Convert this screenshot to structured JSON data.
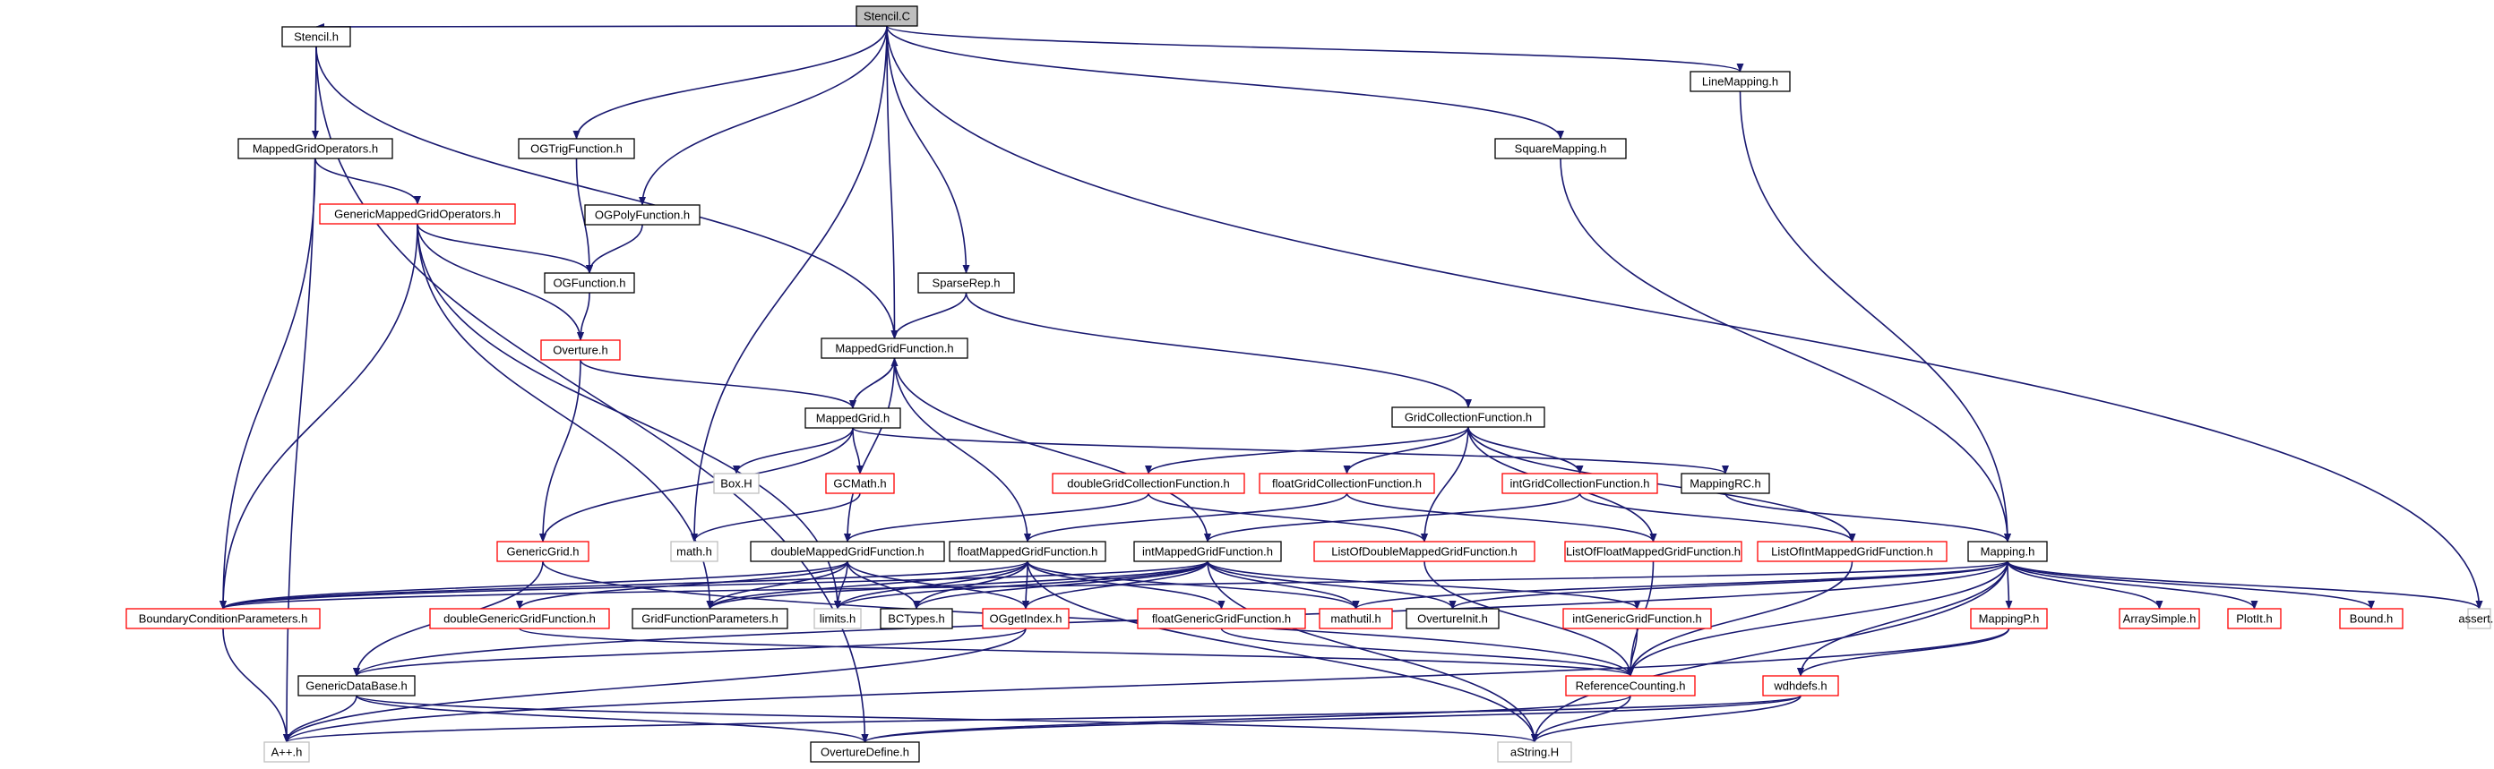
{
  "colors": {
    "edge": "#191970",
    "root_fill": "#bfbfbf",
    "normal_border": "#000000",
    "red_border": "#ff0000",
    "gray_border": "#bfbfbf"
  },
  "nodes": [
    {
      "id": "stencilC",
      "label": "Stencil.C",
      "style": "root"
    },
    {
      "id": "stencilH",
      "label": "Stencil.h",
      "style": "normal"
    },
    {
      "id": "ogtrig",
      "label": "OGTrigFunction.h",
      "style": "normal"
    },
    {
      "id": "linemap",
      "label": "LineMapping.h",
      "style": "normal"
    },
    {
      "id": "mgops",
      "label": "MappedGridOperators.h",
      "style": "normal"
    },
    {
      "id": "squaremap",
      "label": "SquareMapping.h",
      "style": "normal"
    },
    {
      "id": "genmgops",
      "label": "GenericMappedGridOperators.h",
      "style": "red"
    },
    {
      "id": "ogpoly",
      "label": "OGPolyFunction.h",
      "style": "normal"
    },
    {
      "id": "ogfunc",
      "label": "OGFunction.h",
      "style": "normal"
    },
    {
      "id": "sparserep",
      "label": "SparseRep.h",
      "style": "normal"
    },
    {
      "id": "overture",
      "label": "Overture.h",
      "style": "red"
    },
    {
      "id": "mgf",
      "label": "MappedGridFunction.h",
      "style": "normal"
    },
    {
      "id": "mg",
      "label": "MappedGrid.h",
      "style": "normal"
    },
    {
      "id": "gcf",
      "label": "GridCollectionFunction.h",
      "style": "normal"
    },
    {
      "id": "boxH",
      "label": "Box.H",
      "style": "gray"
    },
    {
      "id": "gcmath",
      "label": "GCMath.h",
      "style": "red"
    },
    {
      "id": "dgcf",
      "label": "doubleGridCollectionFunction.h",
      "style": "red"
    },
    {
      "id": "fgcf",
      "label": "floatGridCollectionFunction.h",
      "style": "red"
    },
    {
      "id": "igcf",
      "label": "intGridCollectionFunction.h",
      "style": "red"
    },
    {
      "id": "mappingrc",
      "label": "MappingRC.h",
      "style": "normal"
    },
    {
      "id": "genericgrid",
      "label": "GenericGrid.h",
      "style": "red"
    },
    {
      "id": "mathh",
      "label": "math.h",
      "style": "gray"
    },
    {
      "id": "dmgf",
      "label": "doubleMappedGridFunction.h",
      "style": "normal"
    },
    {
      "id": "fmgf",
      "label": "floatMappedGridFunction.h",
      "style": "normal"
    },
    {
      "id": "imgf",
      "label": "intMappedGridFunction.h",
      "style": "normal"
    },
    {
      "id": "lodmgf",
      "label": "ListOfDoubleMappedGridFunction.h",
      "style": "red"
    },
    {
      "id": "lofmgf",
      "label": "ListOfFloatMappedGridFunction.h",
      "style": "red"
    },
    {
      "id": "loimgf",
      "label": "ListOfIntMappedGridFunction.h",
      "style": "red"
    },
    {
      "id": "mappingh",
      "label": "Mapping.h",
      "style": "normal"
    },
    {
      "id": "bcp",
      "label": "BoundaryConditionParameters.h",
      "style": "red"
    },
    {
      "id": "dggf",
      "label": "doubleGenericGridFunction.h",
      "style": "red"
    },
    {
      "id": "gfp",
      "label": "GridFunctionParameters.h",
      "style": "normal"
    },
    {
      "id": "limits",
      "label": "limits.h",
      "style": "gray"
    },
    {
      "id": "bctypes",
      "label": "BCTypes.h",
      "style": "normal"
    },
    {
      "id": "ogget",
      "label": "OGgetIndex.h",
      "style": "red"
    },
    {
      "id": "fggf",
      "label": "floatGenericGridFunction.h",
      "style": "red"
    },
    {
      "id": "mathutil",
      "label": "mathutil.h",
      "style": "red"
    },
    {
      "id": "ovinit",
      "label": "OvertureInit.h",
      "style": "normal"
    },
    {
      "id": "iggf",
      "label": "intGenericGridFunction.h",
      "style": "red"
    },
    {
      "id": "mappingP",
      "label": "MappingP.h",
      "style": "red"
    },
    {
      "id": "arraysimple",
      "label": "ArraySimple.h",
      "style": "red"
    },
    {
      "id": "plotit",
      "label": "PlotIt.h",
      "style": "red"
    },
    {
      "id": "bound",
      "label": "Bound.h",
      "style": "red"
    },
    {
      "id": "assert",
      "label": "assert.h",
      "style": "gray"
    },
    {
      "id": "gendb",
      "label": "GenericDataBase.h",
      "style": "normal"
    },
    {
      "id": "refcount",
      "label": "ReferenceCounting.h",
      "style": "red"
    },
    {
      "id": "wdhdefs",
      "label": "wdhdefs.h",
      "style": "red"
    },
    {
      "id": "app",
      "label": "A++.h",
      "style": "gray"
    },
    {
      "id": "ovdefine",
      "label": "OvertureDefine.h",
      "style": "normal"
    },
    {
      "id": "astring",
      "label": "aString.H",
      "style": "gray"
    }
  ]
}
